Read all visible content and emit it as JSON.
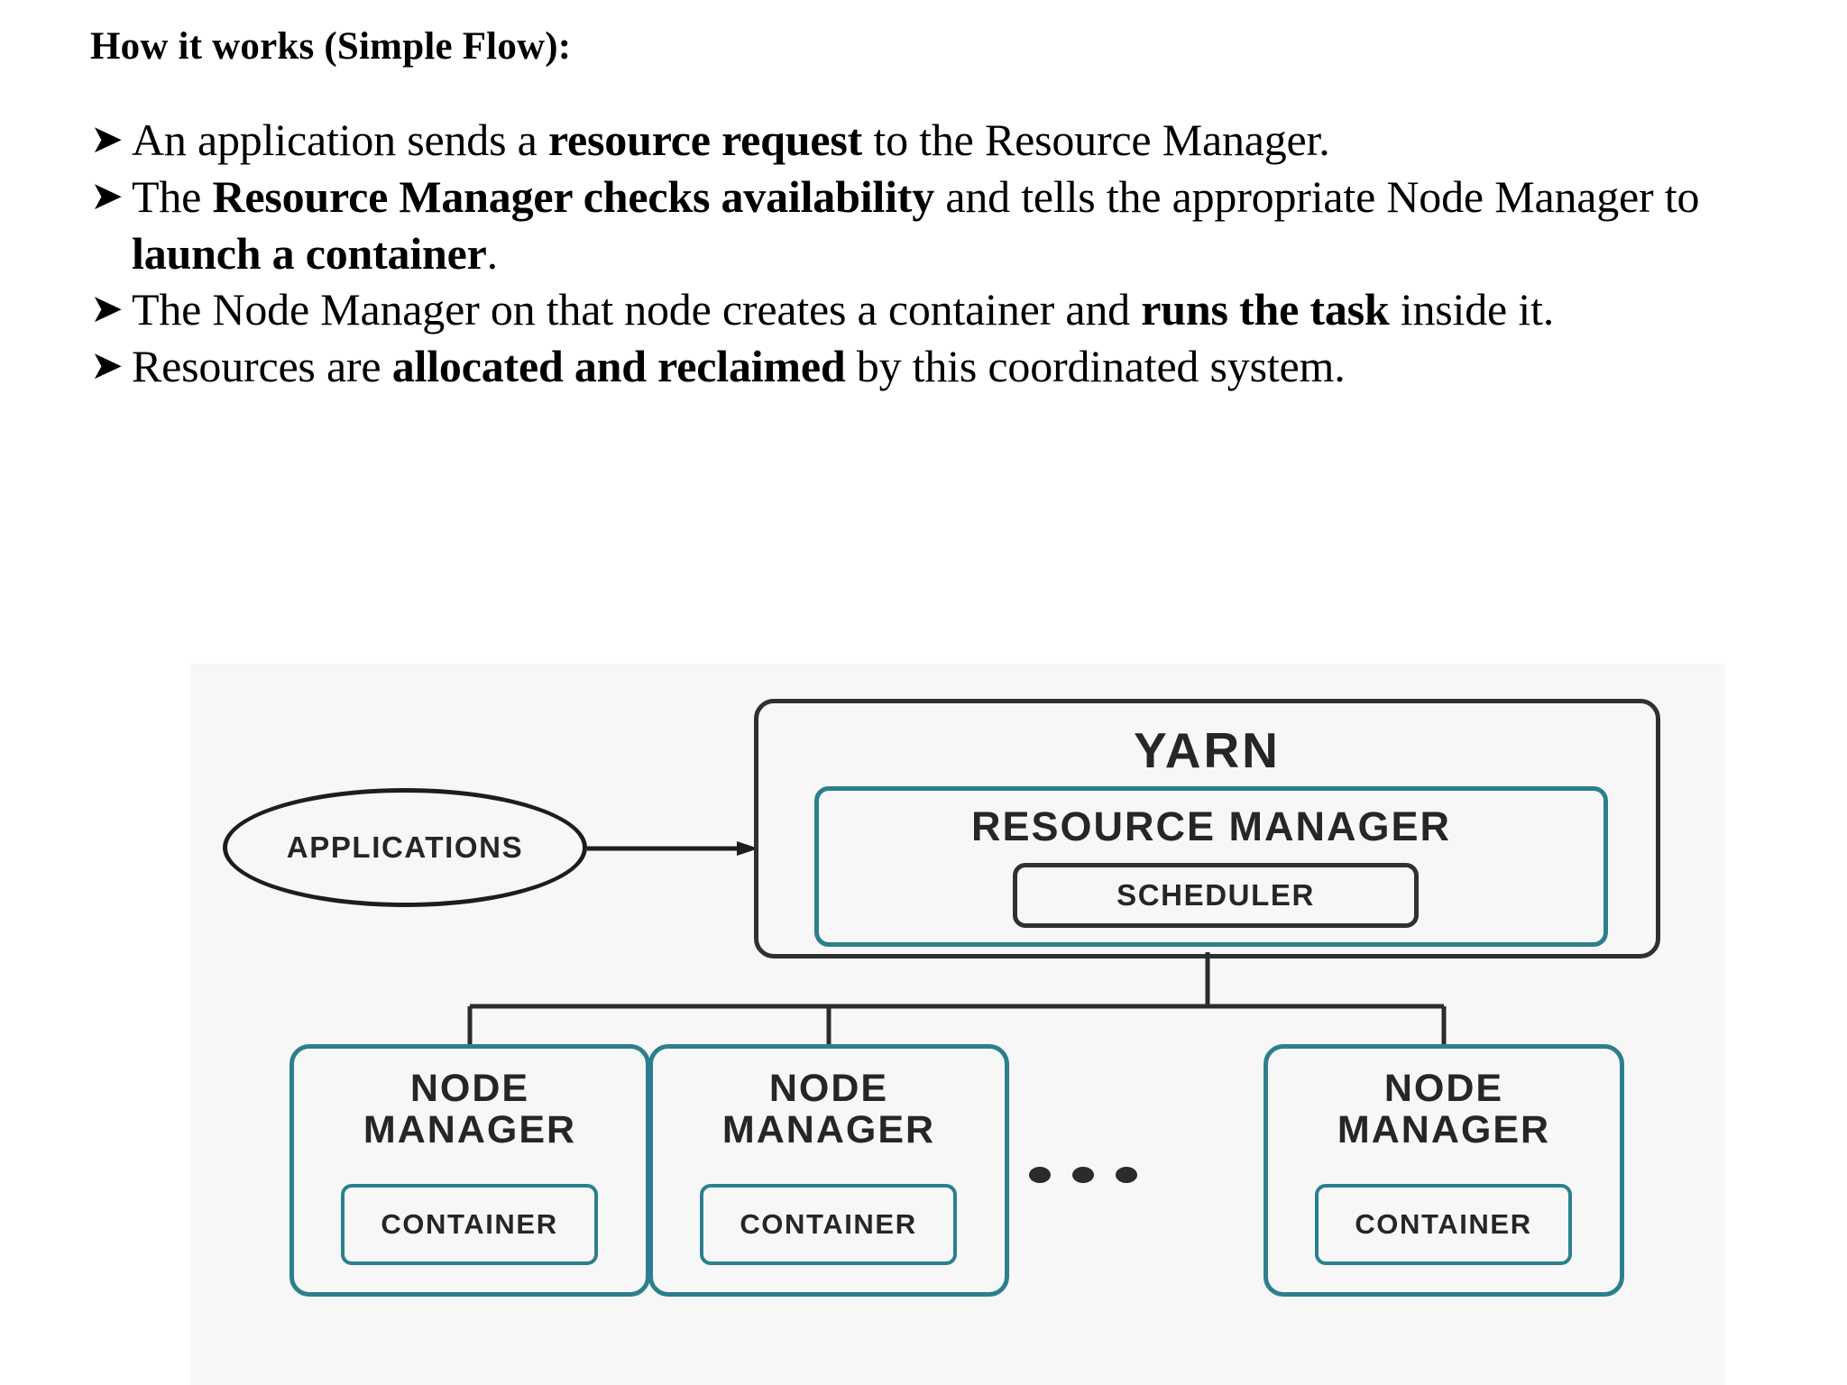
{
  "slide": {
    "heading": "How it works (Simple Flow):",
    "bullet_glyph": "➤",
    "bullets": [
      {
        "segments": [
          {
            "text": "An application sends a ",
            "bold": false
          },
          {
            "text": "resource request",
            "bold": true
          },
          {
            "text": " to the Resource Manager.",
            "bold": false
          }
        ]
      },
      {
        "segments": [
          {
            "text": "The ",
            "bold": false
          },
          {
            "text": "Resource Manager checks availability",
            "bold": true
          },
          {
            "text": " and tells the appropriate Node Manager to ",
            "bold": false
          },
          {
            "text": "launch a container",
            "bold": true
          },
          {
            "text": ".",
            "bold": false
          }
        ]
      },
      {
        "segments": [
          {
            "text": "The Node Manager on that node creates a container and ",
            "bold": false
          },
          {
            "text": "runs the task",
            "bold": true
          },
          {
            "text": " inside it.",
            "bold": false
          }
        ]
      },
      {
        "segments": [
          {
            "text": "Resources are ",
            "bold": false
          },
          {
            "text": "allocated and reclaimed",
            "bold": true
          },
          {
            "text": " by this coordinated system.",
            "bold": false
          }
        ]
      }
    ]
  },
  "diagram": {
    "applications_label": "APPLICATIONS",
    "yarn_title": "YARN",
    "resource_manager_title": "RESOURCE MANAGER",
    "scheduler_label": "SCHEDULER",
    "node_managers": [
      {
        "title": "NODE\nMANAGER",
        "container_label": "CONTAINER"
      },
      {
        "title": "NODE\nMANAGER",
        "container_label": "CONTAINER"
      },
      {
        "title": "NODE\nMANAGER",
        "container_label": "CONTAINER"
      }
    ],
    "ellipsis": "...",
    "colors": {
      "teal_border": "#2c7f8d",
      "dark_border": "#303030",
      "panel_background": "#f7f7f7",
      "text": "#262626"
    }
  }
}
